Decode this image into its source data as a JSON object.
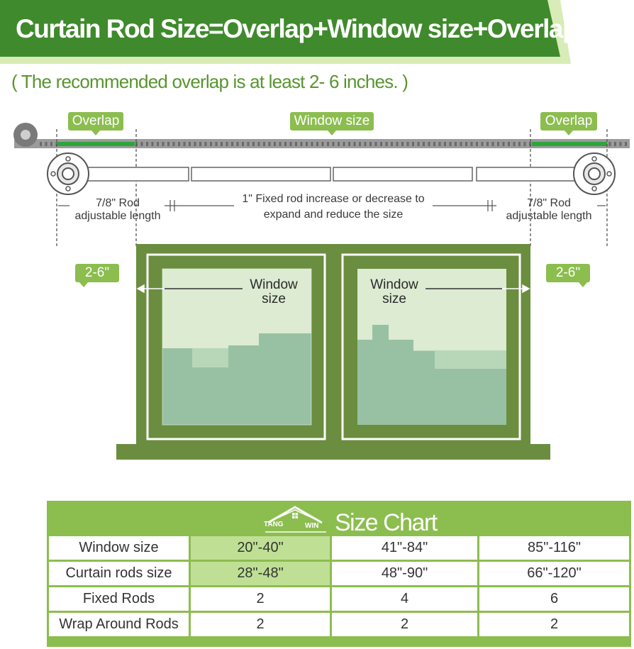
{
  "banner": {
    "title": "Curtain Rod Size=Overlap+Window size+Overlap",
    "colors": {
      "dark": "#3f8a2c",
      "light": "#d7ecb6"
    }
  },
  "subtitle": "( The recommended overlap is at least 2- 6 inches. )",
  "diagram": {
    "overlap_left": "Overlap",
    "window_size_top": "Window size",
    "overlap_right": "Overlap",
    "rod_left": {
      "line1": "7/8\" Rod",
      "line2": "adjustable length"
    },
    "rod_middle": {
      "line1": "1\" Fixed rod increase or decrease to",
      "line2": "expand and reduce the size"
    },
    "rod_right": {
      "line1": "7/8\" Rod",
      "line2": "adjustable length"
    },
    "gap_left": "2-6\"",
    "gap_right": "2-6\"",
    "window_left": {
      "line1": "Window",
      "line2": "size"
    },
    "window_right": {
      "line1": "Window",
      "line2": "size"
    },
    "colors": {
      "frame": "#6b8d3f",
      "glass": "#b7d7b8",
      "tag": "#8cbd4f",
      "rod": "#6d6d6d",
      "overlap_band": "#2ea53a"
    }
  },
  "size_chart": {
    "logo": {
      "left": "TANG",
      "right": "WIN"
    },
    "title": "Size Chart",
    "rows": [
      {
        "label": "Window size",
        "values": [
          "20\"-40\"",
          "41\"-84\"",
          "85\"-116\""
        ]
      },
      {
        "label": "Curtain rods size",
        "values": [
          "28\"-48\"",
          "48\"-90\"",
          "66\"-120\""
        ]
      },
      {
        "label": "Fixed Rods",
        "values": [
          "2",
          "4",
          "6"
        ]
      },
      {
        "label": "Wrap Around Rods",
        "values": [
          "2",
          "2",
          "2"
        ]
      }
    ],
    "colors": {
      "outer": "#8cbd4f",
      "highlight": "#bfe094"
    }
  }
}
